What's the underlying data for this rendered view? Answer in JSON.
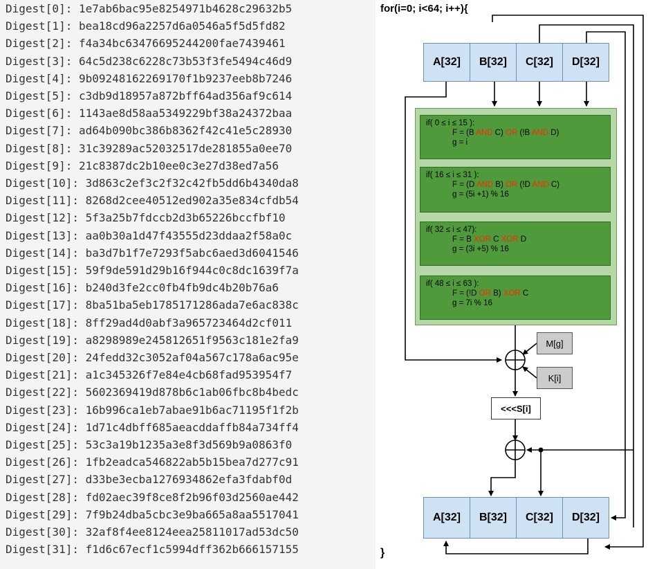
{
  "digests": [
    {
      "label": "Digest[0]:",
      "value": "1e7ab6bac95e8254971b4628c29632b5"
    },
    {
      "label": "Digest[1]:",
      "value": "bea18cd96a2257d6a0546a5f5d5fd82"
    },
    {
      "label": "Digest[2]:",
      "value": "f4a34bc63476695244200fae7439461"
    },
    {
      "label": "Digest[3]:",
      "value": "64c5d238c6228c73b53f3fe5494c46d9"
    },
    {
      "label": "Digest[4]:",
      "value": "9b09248162269170f1b9237eeb8b7246"
    },
    {
      "label": "Digest[5]:",
      "value": "c3db9d18957a872bff64ad356af9c614"
    },
    {
      "label": "Digest[6]:",
      "value": "1143ae8d58aa5349229bf38a24372baa"
    },
    {
      "label": "Digest[7]:",
      "value": "ad64b090bc386b8362f42c41e5c28930"
    },
    {
      "label": "Digest[8]:",
      "value": "31c39289ac52032517de281855a0ee70"
    },
    {
      "label": "Digest[9]:",
      "value": "21c8387dc2b10ee0c3e27d38ed7a56"
    },
    {
      "label": "Digest[10]:",
      "value": "3d863c2ef3c2f32c42fb5dd6b4340da8"
    },
    {
      "label": "Digest[11]:",
      "value": "8268d2cee40512ed902a35e834cfdb54"
    },
    {
      "label": "Digest[12]:",
      "value": "5f3a25b7fdccb2d3b65226bccfbf10"
    },
    {
      "label": "Digest[13]:",
      "value": "aa0b30a1d47f43555d23ddaa2f58a0c"
    },
    {
      "label": "Digest[14]:",
      "value": "ba3d7b1f7e7293f5abc6aed3d6041546"
    },
    {
      "label": "Digest[15]:",
      "value": "59f9de591d29b16f944c0c8dc1639f7a"
    },
    {
      "label": "Digest[16]:",
      "value": "b240d3fe2cc0fb4fb9dc4b20b76a6"
    },
    {
      "label": "Digest[17]:",
      "value": "8ba51ba5eb1785171286ada7e6ac838c"
    },
    {
      "label": "Digest[18]:",
      "value": "8ff29ad4d0abf3a965723464d2cf011"
    },
    {
      "label": "Digest[19]:",
      "value": "a8298989e245812651f9563c181e2fa9"
    },
    {
      "label": "Digest[20]:",
      "value": "24fedd32c3052af04a567c178a6ac95e"
    },
    {
      "label": "Digest[21]:",
      "value": "a1c345326f7e84e4cb68fad953954f7"
    },
    {
      "label": "Digest[22]:",
      "value": "5602369419d878b6c1ab06fbc8b4bedc"
    },
    {
      "label": "Digest[23]:",
      "value": "16b996ca1eb7abae91b6ac71195f1f2b"
    },
    {
      "label": "Digest[24]:",
      "value": "1d71c4dbff685aeacddaffb84a734ff4"
    },
    {
      "label": "Digest[25]:",
      "value": "53c3a19b1235a3e8f3d569b9a0863f0"
    },
    {
      "label": "Digest[26]:",
      "value": "1fb2eadca546822ab5b15bea7d277c91"
    },
    {
      "label": "Digest[27]:",
      "value": "d33be3ecba1276934862efa3fdabf0d"
    },
    {
      "label": "Digest[28]:",
      "value": "fd02aec39f8ce8f2b96f03d2560ae442"
    },
    {
      "label": "Digest[29]:",
      "value": "7f9b24dba5cbc3e9ba665a8aa5517041"
    },
    {
      "label": "Digest[30]:",
      "value": "32af8f4ee8124eea25811017ad53dc50"
    },
    {
      "label": "Digest[31]:",
      "value": "f1d6c67ecf1c5994dff362b666157155"
    }
  ],
  "diagram": {
    "loop_header": "for(i=0; i<64; i++){",
    "closing": "}",
    "registers_top": [
      "A[32]",
      "B[32]",
      "C[32]",
      "D[32]"
    ],
    "registers_bottom": [
      "A[32]",
      "B[32]",
      "C[32]",
      "D[32]"
    ],
    "functions": [
      {
        "cond": "if( 0 ≤ i ≤ 15 ):",
        "f_parts": [
          {
            "t": "F = (B "
          },
          {
            "t": "AND",
            "op": true
          },
          {
            "t": " C) "
          },
          {
            "t": "OR",
            "op": true
          },
          {
            "t": " (!B "
          },
          {
            "t": "AND",
            "op": true
          },
          {
            "t": " D)"
          }
        ],
        "g": "g = i"
      },
      {
        "cond": "if( 16 ≤ i ≤ 31 ):",
        "f_parts": [
          {
            "t": "F = (D "
          },
          {
            "t": "AND",
            "op": true
          },
          {
            "t": " B) "
          },
          {
            "t": "OR",
            "op": true
          },
          {
            "t": " (!D "
          },
          {
            "t": "AND",
            "op": true
          },
          {
            "t": " C)"
          }
        ],
        "g": "g = (5i +1) % 16"
      },
      {
        "cond": "if( 32 ≤ i ≤ 47):",
        "f_parts": [
          {
            "t": "F = B "
          },
          {
            "t": "XOR",
            "op": true
          },
          {
            "t": " C "
          },
          {
            "t": "XOR",
            "op": true
          },
          {
            "t": " D"
          }
        ],
        "g": "g = (3i +5) % 16"
      },
      {
        "cond": "if( 48 ≤ i ≤ 63 ):",
        "f_parts": [
          {
            "t": "F = (!D "
          },
          {
            "t": "OR",
            "op": true
          },
          {
            "t": " B) "
          },
          {
            "t": "XOR",
            "op": true
          },
          {
            "t": " C"
          }
        ],
        "g": "g = 7i % 16"
      }
    ],
    "msg_word": "M[g]",
    "const_word": "K[i]",
    "rotate": "<<<S[i]",
    "colors": {
      "register": "#cfe2f3",
      "outer_green": "#b6d7a8",
      "func_green": "#4f9a3a",
      "operator": "#ff2a00",
      "gray_box": "#cccccc"
    }
  }
}
